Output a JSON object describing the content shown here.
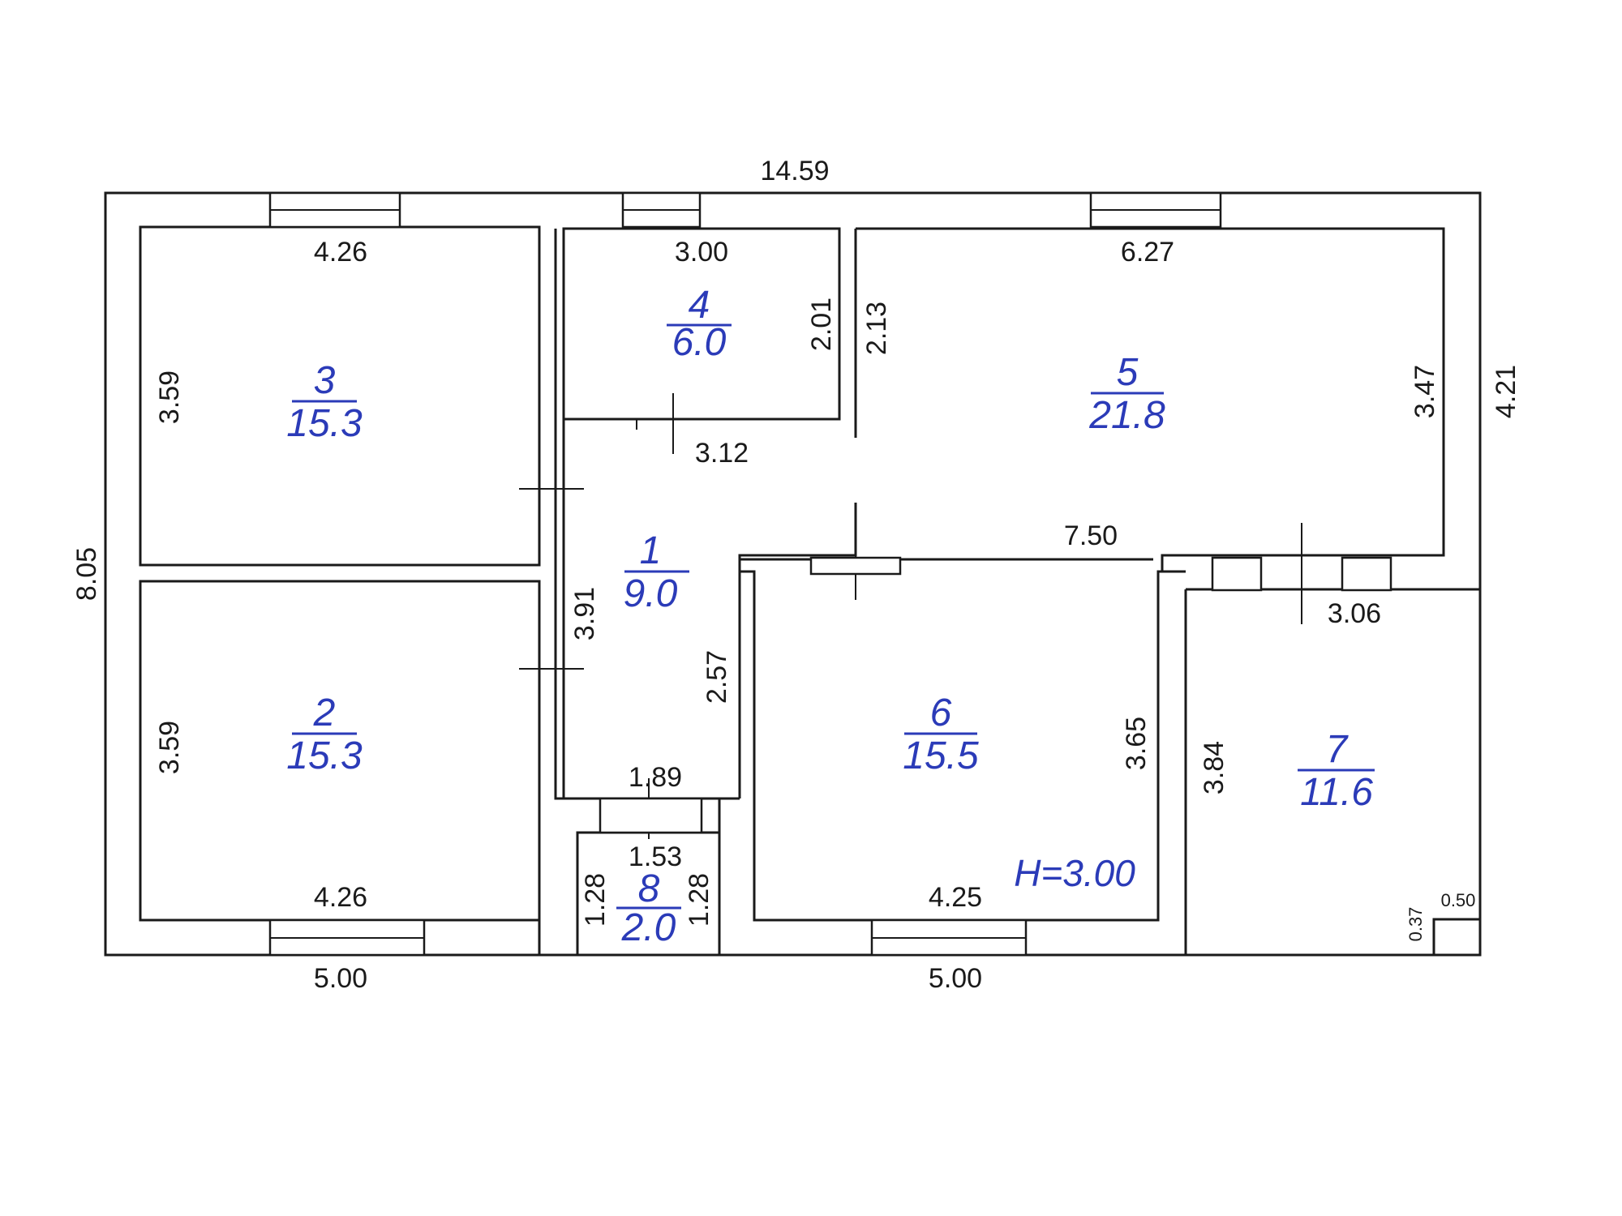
{
  "dimensions": {
    "overall_width": "14.59",
    "overall_height": "8.05",
    "right_upper": "4.21",
    "bottom_left": "5.00",
    "bottom_mid": "5.00",
    "room3_w": "4.26",
    "room3_h": "3.59",
    "room2_h": "3.59",
    "room2_w": "4.26",
    "room4_w": "3.00",
    "room4_h": "2.01",
    "room4_h2": "2.13",
    "room5_w": "6.27",
    "room5_h": "3.47",
    "hall_w": "3.12",
    "hall_h": "3.91",
    "hall_h2": "2.57",
    "hall_bottom": "1.89",
    "room5_bottom": "7.50",
    "room7_w": "3.06",
    "room7_h": "3.84",
    "room6_h": "3.65",
    "room6_w": "4.25",
    "room8_w": "1.53",
    "room8_h_left": "1.28",
    "room8_h_right": "1.28",
    "niche_h": "0.37",
    "niche_w": "0.50"
  },
  "rooms": [
    {
      "number": "1",
      "area": "9.0"
    },
    {
      "number": "2",
      "area": "15.3"
    },
    {
      "number": "3",
      "area": "15.3"
    },
    {
      "number": "4",
      "area": "6.0"
    },
    {
      "number": "5",
      "area": "21.8"
    },
    {
      "number": "6",
      "area": "15.5"
    },
    {
      "number": "7",
      "area": "11.6"
    },
    {
      "number": "8",
      "area": "2.0"
    }
  ],
  "ceiling_height": "H=3.00"
}
